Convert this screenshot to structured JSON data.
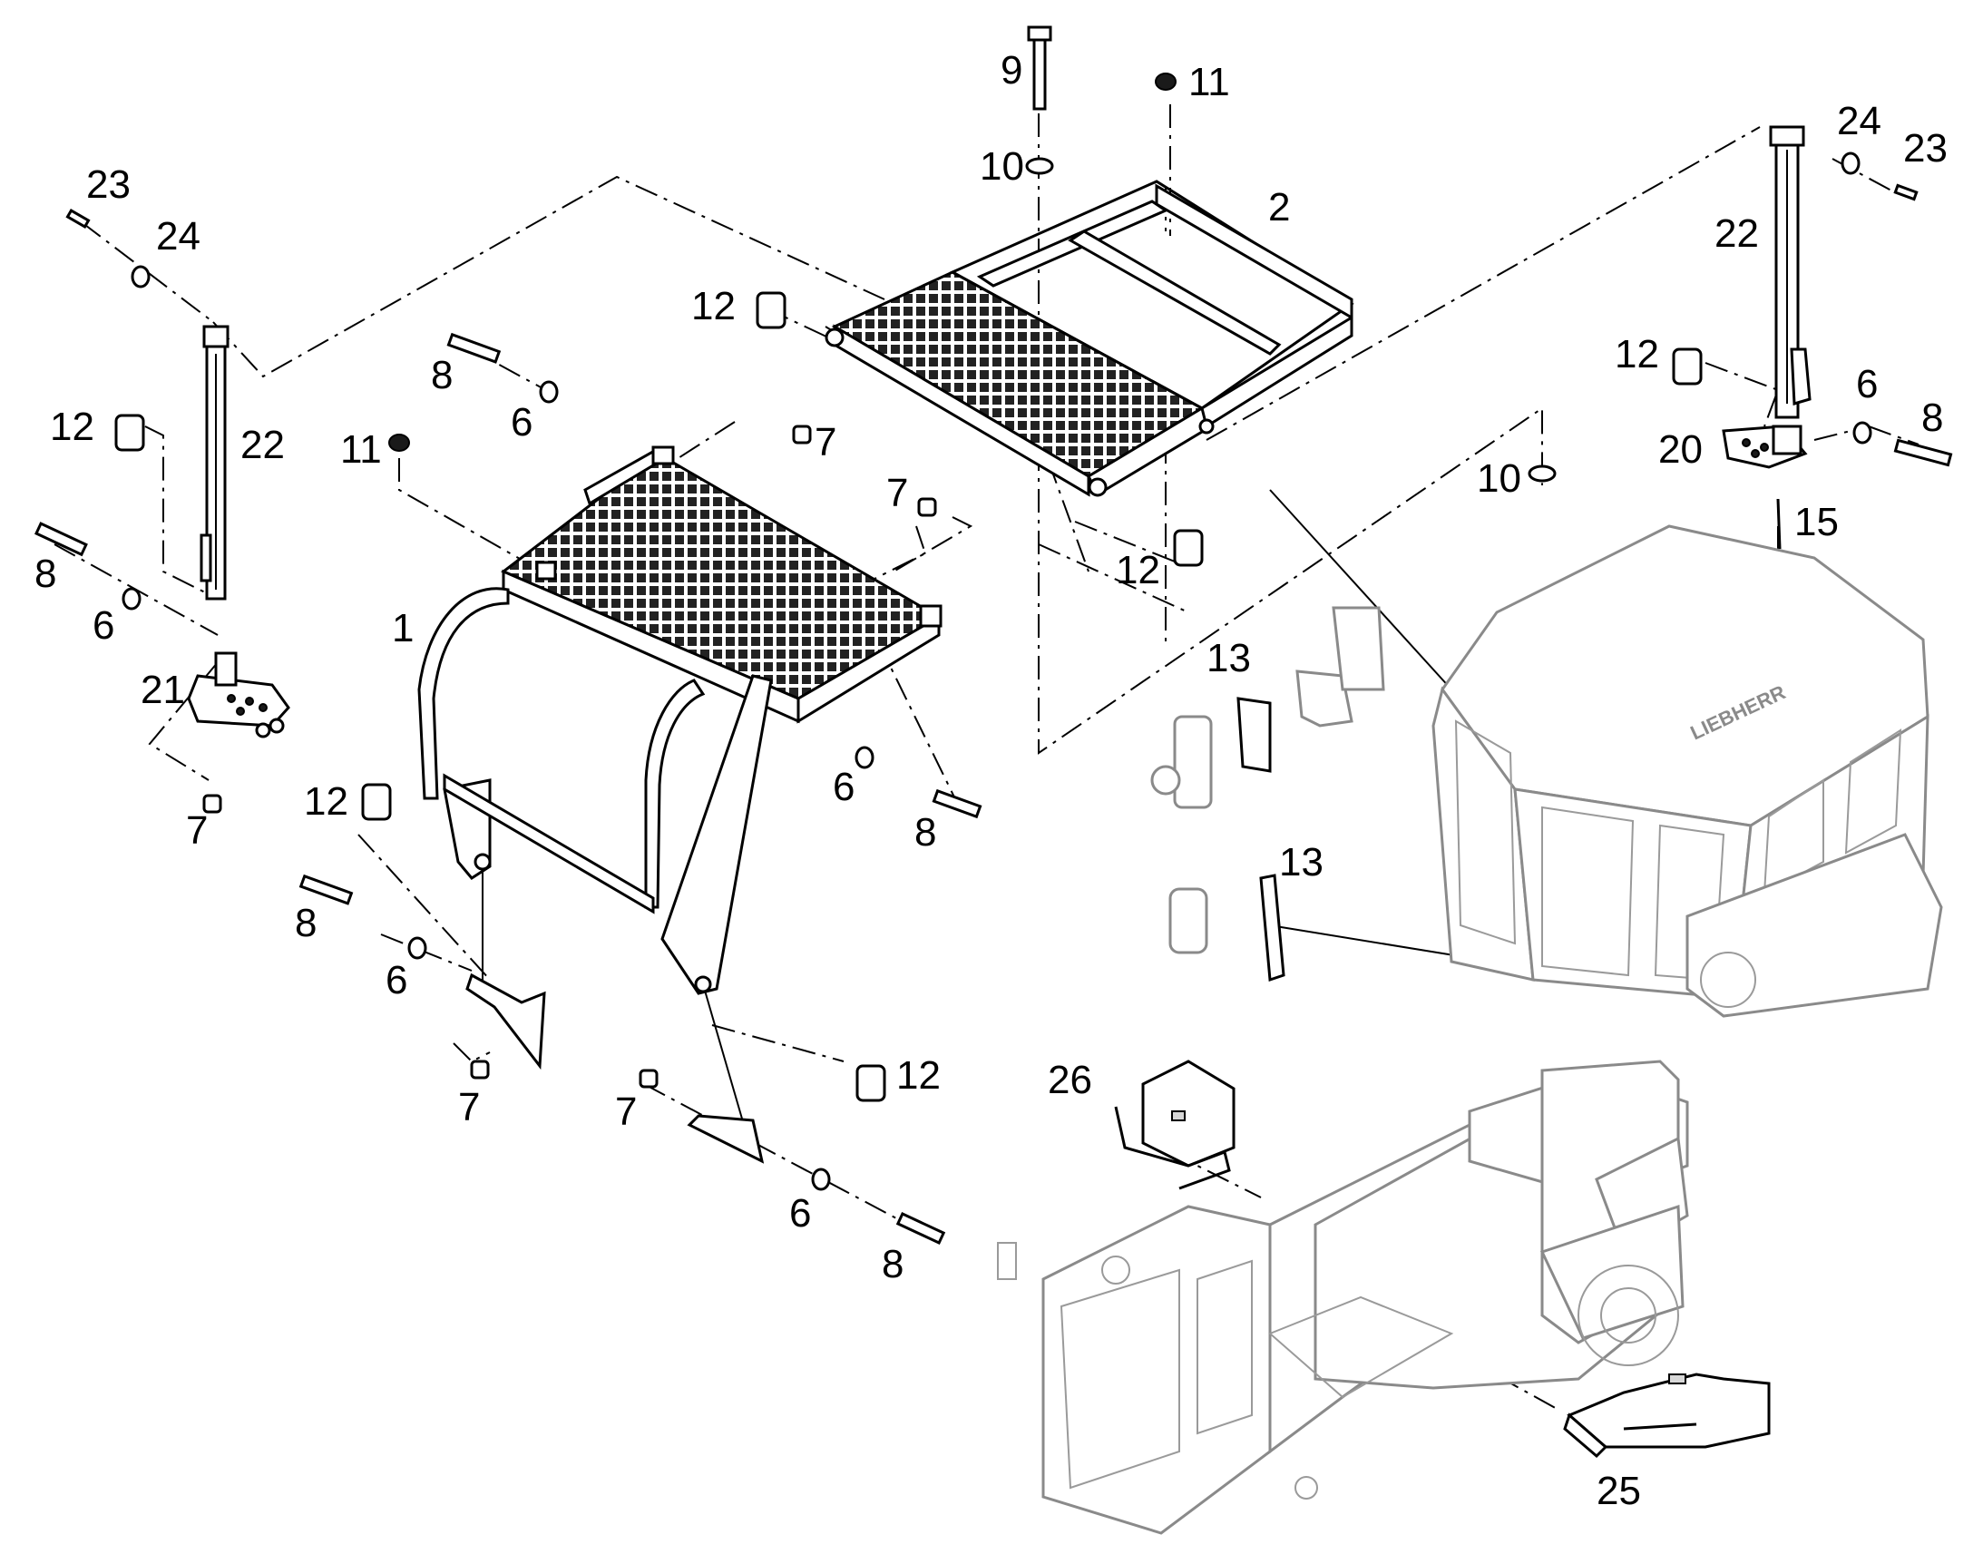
{
  "callouts": {
    "c1": "1",
    "c2": "2",
    "c6": "6",
    "c7": "7",
    "c8": "8",
    "c9": "9",
    "c10": "10",
    "c11": "11",
    "c12": "12",
    "c13": "13",
    "c15": "15",
    "c20": "20",
    "c21": "21",
    "c22": "22",
    "c23": "23",
    "c24": "24",
    "c25": "25",
    "c26": "26"
  },
  "cab_brand_text": "LIEBHERR"
}
